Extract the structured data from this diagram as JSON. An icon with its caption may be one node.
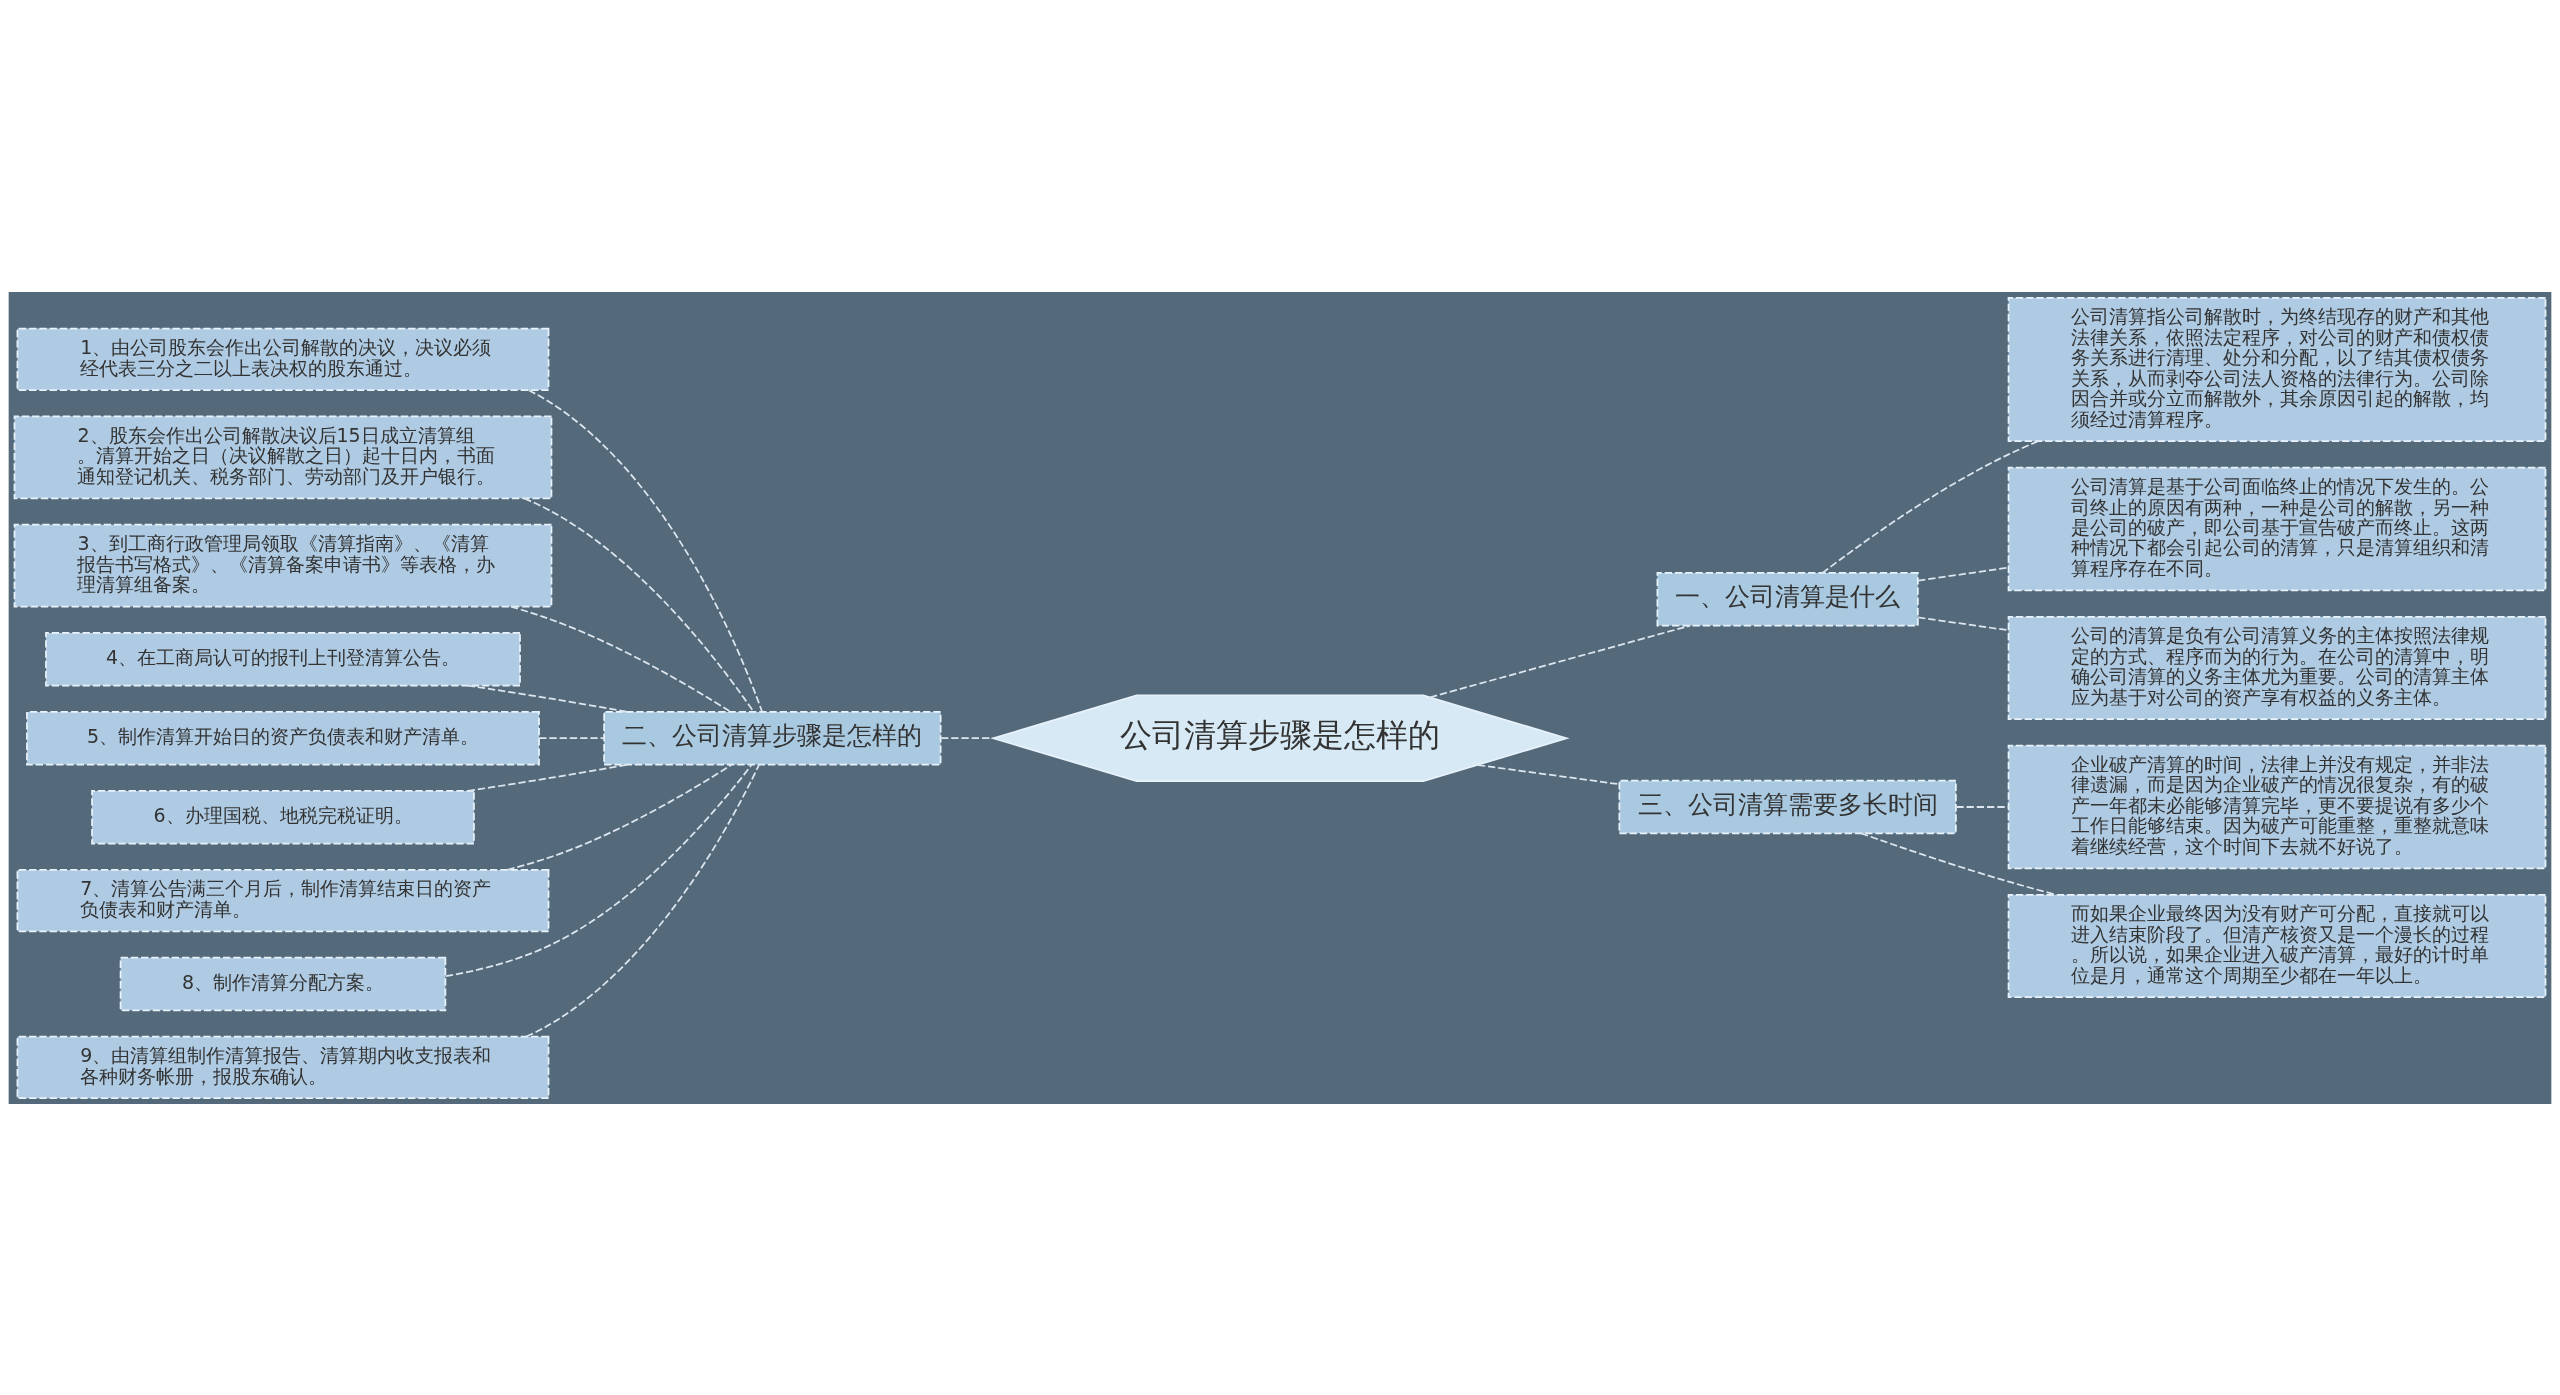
{
  "diagram": {
    "nodes": [
      {
        "text": [
          "公司清算步骤是怎样的"
        ]
      },
      {
        "text": [
          "一、公司清算是什么"
        ]
      },
      {
        "text": [
          "公司清算指公司解散时，为终结现存的财产和其他法律关系，依照法定程序，对公司的财产和债权债务关系进行清理、处分和分配，以了结其债权债务关系，从而剥夺公司法人资格的法律行为。公司除因合并或分立而解散外，其余原因引起的解散，均须经过清算程序。"
        ]
      },
      {
        "text": [
          "公司清算是基于公司面临终止的情况下发生的。公司终止的原因有两种，一种是公司的解散，另一种是公司的破产，即公司基于宣告破产而终止。这两种情况下都会引起公司的清算，只是清算组织和清算程序存在不同。"
        ]
      },
      {
        "text": [
          "公司的清算是负有公司清算义务的主体按照法律规定的方式、程序而为的行为。在公司的清算中，明确公司清算的义务主体尤为重要。公司的清算主体应为基于对公司的资产享有权益的义务主体。"
        ]
      },
      {
        "text": [
          "三、公司清算需要多长时间"
        ]
      },
      {
        "text": [
          "企业破产清算的时间，法律上并没有规定，并非法律遗漏，而是因为企业破产的情况很复杂，有的破产一年都未必能够清算完毕，更不要提说有多少个工作日能够结束。因为破产可能重整，重整就意味着继续经营，这个时间下去就不好说了。"
        ]
      },
      {
        "text": [
          "而如果企业最终因为没有财产可分配，直接就可以进入结束阶段了。但清产核资又是一个漫长的过程。所以说，如果企业进入破产清算，最好的计时单位是月，通常这个周期至少都在一年以上。"
        ]
      },
      {
        "text": [
          "二、公司清算步骤是怎样的"
        ]
      },
      {
        "text": [
          "1、由公司股东会作出公司解散的决议，决议必须经代表三分之二以上表决权的股东通过。"
        ]
      },
      {
        "text": [
          "2、股东会作出公司解散决议后15日成立清算组。清算开始之日（决议解散之日）起十日内，书面通知登记机关、税务部门、劳动部门及开户银行。"
        ]
      },
      {
        "text": [
          "3、到工商行政管理局领取《清算指南》、《清算报告书写格式》、《清算备案申请书》等表格，办理清算组备案。"
        ]
      },
      {
        "text": [
          "4、在工商局认可的报刊上刊登清算公告。"
        ]
      },
      {
        "text": [
          "5、制作清算开始日的资产负债表和财产清单。"
        ]
      },
      {
        "text": [
          "6、办理国税、地税完税证明。"
        ]
      },
      {
        "text": [
          "7、清算公告满三个月后，制作清算结束日的资产负债表和财产清单。"
        ]
      },
      {
        "text": [
          "8、制作清算分配方案。"
        ]
      },
      {
        "text": [
          "9、由清算组制作清算报告、清算期内收支报表和各种财务帐册，报股东确认。"
        ]
      }
    ],
    "edges": [
      {
        "from": 0,
        "to": 1,
        "arrow": "none",
        "style": "dashed"
      },
      {
        "from": 1,
        "to": 2,
        "arrow": "none",
        "style": "dashed"
      },
      {
        "from": 1,
        "to": 3,
        "arrow": "none",
        "style": "dashed"
      },
      {
        "from": 1,
        "to": 4,
        "arrow": "none",
        "style": "dashed"
      },
      {
        "from": 0,
        "to": 5,
        "arrow": "none",
        "style": "dashed"
      },
      {
        "from": 5,
        "to": 6,
        "arrow": "none",
        "style": "dashed"
      },
      {
        "from": 5,
        "to": 7,
        "arrow": "none",
        "style": "dashed"
      },
      {
        "from": 0,
        "to": 8,
        "arrow": "none",
        "style": "dashed"
      },
      {
        "from": 8,
        "to": 9,
        "arrow": "none",
        "style": "dashed"
      },
      {
        "from": 8,
        "to": 10,
        "arrow": "none",
        "style": "dashed"
      },
      {
        "from": 8,
        "to": 11,
        "arrow": "none",
        "style": "dashed"
      },
      {
        "from": 8,
        "to": 12,
        "arrow": "none",
        "style": "dashed"
      },
      {
        "from": 8,
        "to": 13,
        "arrow": "none",
        "style": "dashed"
      },
      {
        "from": 8,
        "to": 14,
        "arrow": "none",
        "style": "dashed"
      },
      {
        "from": 8,
        "to": 15,
        "arrow": "none",
        "style": "dashed"
      },
      {
        "from": 8,
        "to": 16,
        "arrow": "none",
        "style": "dashed"
      },
      {
        "from": 8,
        "to": 17,
        "arrow": "none",
        "style": "dashed"
      }
    ]
  }
}
